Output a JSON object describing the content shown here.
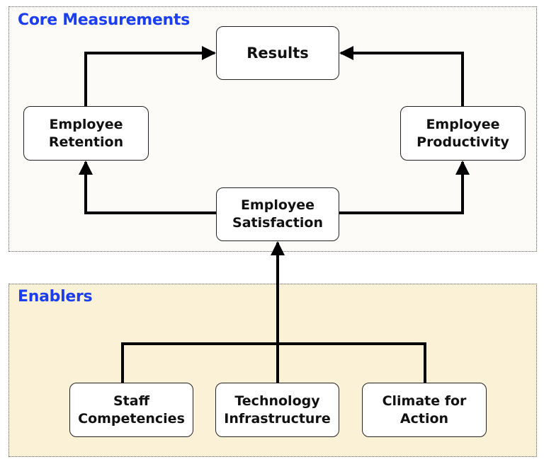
{
  "panels": {
    "core": {
      "title": "Core Measurements"
    },
    "enablers": {
      "title": "Enablers"
    }
  },
  "nodes": {
    "results": "Results",
    "retention": "Employee\nRetention",
    "productivity": "Employee\nProductivity",
    "satisfaction": "Employee\nSatisfaction",
    "staff": "Staff\nCompetencies",
    "technology": "Technology\nInfrastructure",
    "climate": "Climate for\nAction"
  },
  "colors": {
    "title": "#1a3ef0",
    "core_background": "#fcfbf8",
    "enablers_background": "#fbf1d7",
    "connector": "#000000"
  }
}
